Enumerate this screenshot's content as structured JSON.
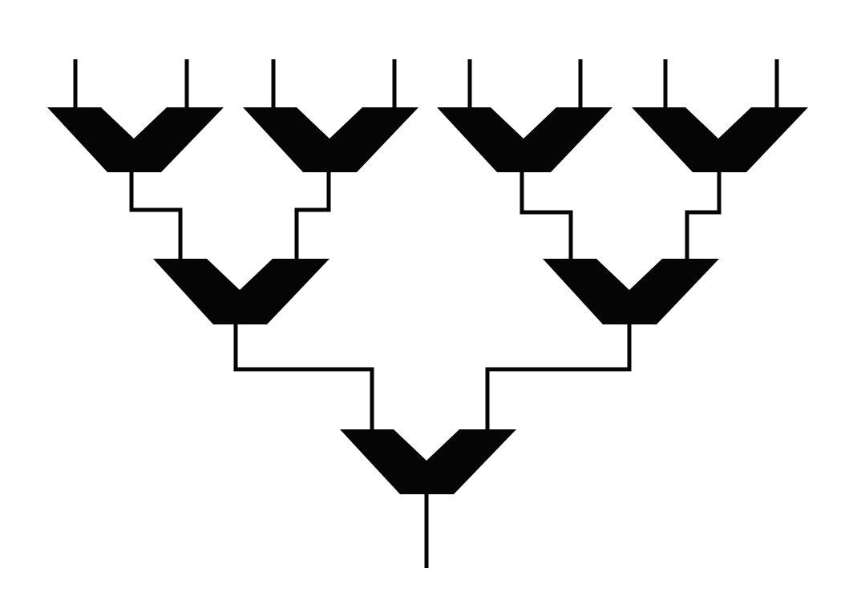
{
  "diagram": {
    "kind": "binary-reduction-tree",
    "levels": 3,
    "units_per_level": [
      4,
      2,
      1
    ],
    "inputs": 8,
    "outputs": 1,
    "colors": {
      "background": "#ffffff",
      "ink": "#050505"
    }
  }
}
